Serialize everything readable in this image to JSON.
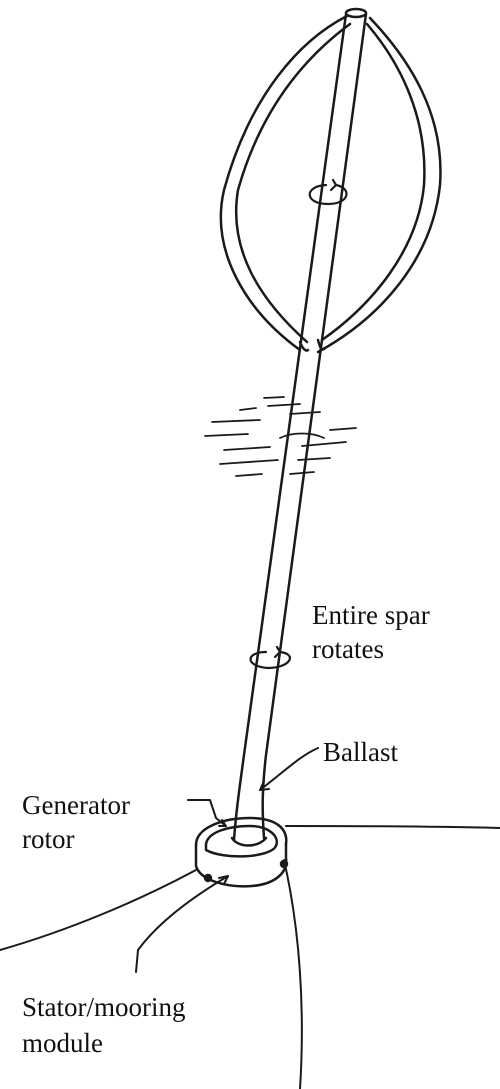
{
  "labels": {
    "spar_line1": "Entire spar",
    "spar_line2": "rotates",
    "ballast": "Ballast",
    "generator_line1": "Generator",
    "generator_line2": "rotor",
    "stator_line1": "Stator/mooring",
    "stator_line2": "module"
  },
  "colors": {
    "ink": "#1a1a1a",
    "paper": "#ffffff"
  }
}
